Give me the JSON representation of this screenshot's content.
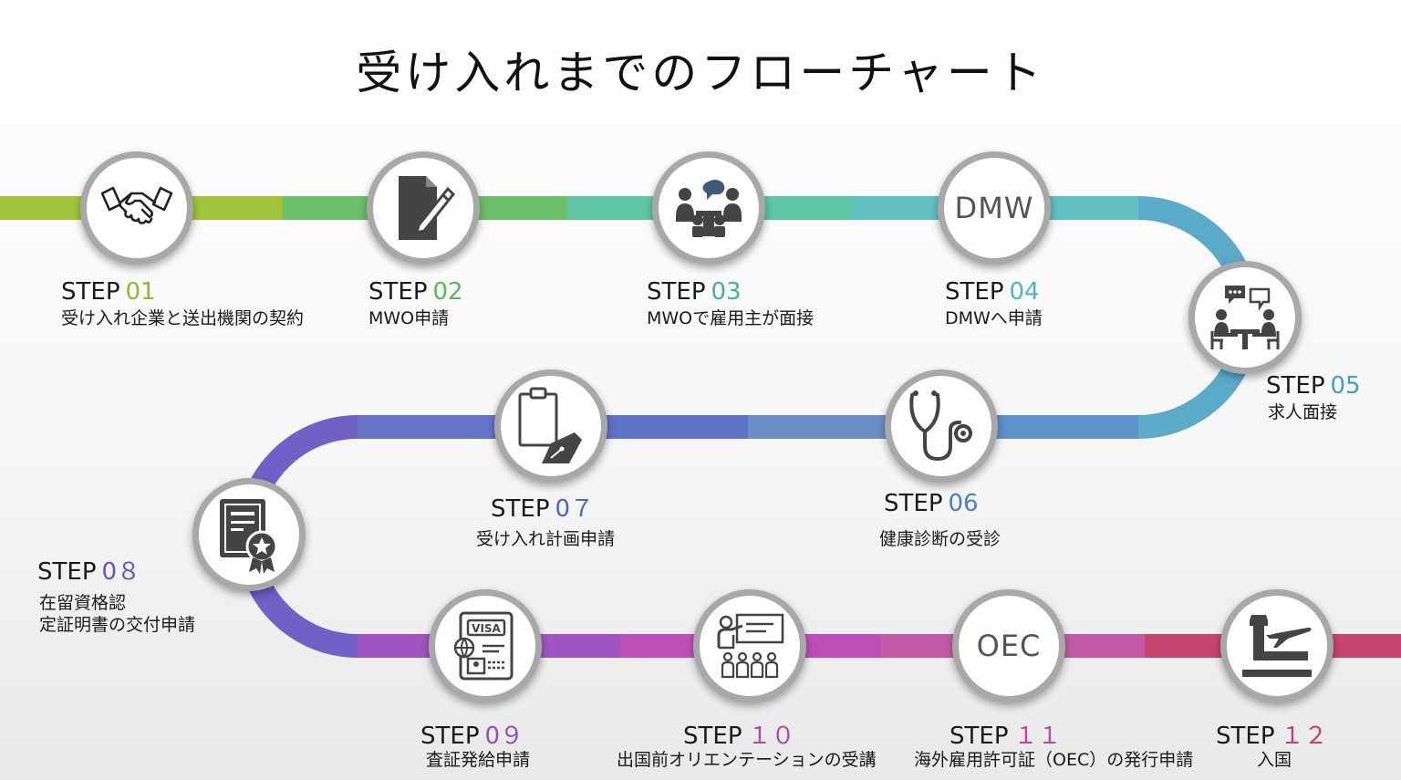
{
  "title": "受け入れまでのフローチャート",
  "colors": {
    "green": "#a2c43a",
    "teal": "#5ec9b8",
    "blue": "#5b8fc9",
    "purple": "#7562c7",
    "magenta": "#c34aa9",
    "red": "#c6456e"
  },
  "steps": [
    {
      "label": "STEP",
      "number": "01",
      "description": "受け入れ企業と送出機関の契約",
      "icon": "handshake-icon",
      "color": "#8cbc2c"
    },
    {
      "label": "STEP",
      "number": "02",
      "description": "MWO申請",
      "icon": "document-pen-icon",
      "color": "#5cb85c"
    },
    {
      "label": "STEP",
      "number": "03",
      "description": "MWOで雇用主が面接",
      "icon": "meeting-icon",
      "color": "#3fb39a"
    },
    {
      "label": "STEP",
      "number": "04",
      "description": "DMWへ申請",
      "icon_text": "DMW",
      "color": "#4fb3c2"
    },
    {
      "label": "STEP",
      "number": "05",
      "description": "求人面接",
      "icon": "interview-icon",
      "color": "#3f9fc4"
    },
    {
      "label": "STEP",
      "number": "06",
      "description": "健康診断の受診",
      "icon": "stethoscope-icon",
      "color": "#4a7fc2"
    },
    {
      "label": "STEP",
      "number": "0７",
      "description": "受け入れ計画申請",
      "icon": "clipboard-pen-icon",
      "color": "#4a66c0"
    },
    {
      "label": "STEP",
      "number": "0８",
      "description_lines": [
        "在留資格認",
        "定証明書の交付申請"
      ],
      "icon": "certificate-icon",
      "color": "#6455c4"
    },
    {
      "label": "STEP",
      "number": "0９",
      "description": "査証発給申請",
      "icon": "visa-icon",
      "color": "#8f4fc2"
    },
    {
      "label": "STEP",
      "number": "１０",
      "description": "出国前オリエンテーションの受講",
      "icon": "presentation-icon",
      "color": "#b244ae"
    },
    {
      "label": "STEP",
      "number": "１１",
      "description": "海外雇用許可証（OEC）の発行申請",
      "icon_text": "OEC",
      "color": "#c2459a"
    },
    {
      "label": "STEP",
      "number": "１２",
      "description": "入国",
      "icon": "airport-icon",
      "color": "#c43f72"
    }
  ]
}
